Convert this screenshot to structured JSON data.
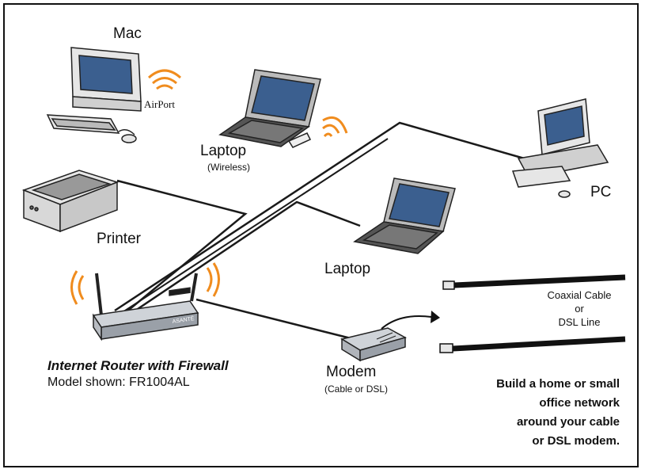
{
  "labels": {
    "mac": "Mac",
    "airport": "AirPort",
    "laptop_wireless": "Laptop",
    "laptop_wireless_sub": "(Wireless)",
    "pc": "PC",
    "printer": "Printer",
    "laptop": "Laptop",
    "router_title": "Internet Router with Firewall",
    "router_model": "Model shown: FR1004AL",
    "modem": "Modem",
    "modem_sub": "(Cable or DSL)",
    "cable_line1": "Coaxial Cable",
    "cable_line2": "or",
    "cable_line3": "DSL Line",
    "router_brand": "ASANTÉ",
    "tagline": [
      "Build a home or small",
      "office network",
      "around your cable",
      "or DSL modem."
    ]
  },
  "colors": {
    "wifi": "#f08c1e",
    "screen": "#3b5f8f",
    "device": "#e6e6e6",
    "outline": "#222222",
    "cable": "#1a1a1a"
  }
}
